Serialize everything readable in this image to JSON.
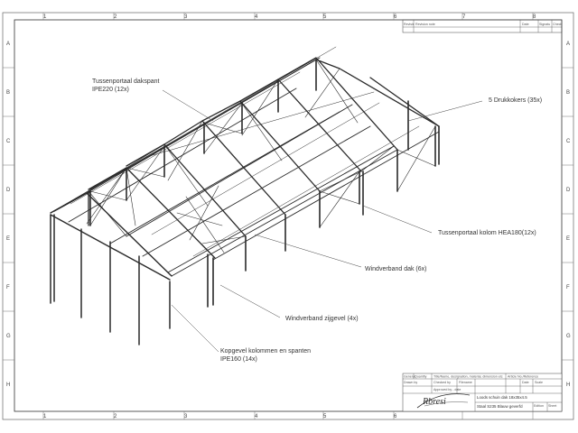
{
  "grid": {
    "columns": [
      "1",
      "2",
      "3",
      "4",
      "5",
      "6",
      "7",
      "8"
    ],
    "rows": [
      "A",
      "B",
      "C",
      "D",
      "E",
      "F",
      "G",
      "H"
    ]
  },
  "revision_block": {
    "revision": "Revisie",
    "revision_note": "Revision note",
    "date": "Date",
    "signature": "Signatu",
    "check": "Check"
  },
  "labels": {
    "dakspant_line1": "Tussenportaal dakspant",
    "dakspant_line2": "IPE220 (12x)",
    "drukkokers": "5 Drukkokers (35x)",
    "kolom": "Tussenportaal kolom HEA180(12x)",
    "windverband_dak": "Windverband dak (6x)",
    "windverband_zijgevel": "Windverband zijgevel (4x)",
    "kopgevel_line1": "Kopgevel kolommen en spanten",
    "kopgevel_line2": "IPE160 (14x)"
  },
  "title_block": {
    "general": "General",
    "quantity": "Quantity",
    "title_header": "Title/Name, designation, material, dimension etc",
    "article_header": "Article No./Reference",
    "drawn_by": "Drawn by",
    "checked_by": "Checked by",
    "filename": "Filename",
    "date": "Date",
    "scale": "Scale",
    "approved_by": "Approved by - date",
    "title_value": "Loods schuin dak 18x35x4.5",
    "material_value": "Staal S235 Blauw geverfd",
    "edition": "Edition",
    "sheet": "Sheet",
    "logo_text": "Rbresi"
  }
}
